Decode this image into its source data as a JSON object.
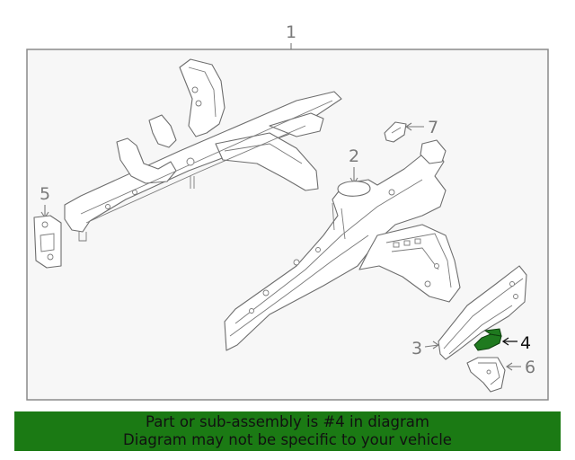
{
  "callouts": {
    "c1": "1",
    "c2": "2",
    "c3": "3",
    "c4": "4",
    "c5": "5",
    "c6": "6",
    "c7": "7"
  },
  "highlighted_part": "4",
  "colors": {
    "banner_bg": "#1b7a14",
    "highlight": "#1f7a1f",
    "callout_text": "#7a7a7a"
  },
  "banner": {
    "line1": "Part or sub-assembly is #4 in diagram",
    "line2": "Diagram may not be specific to your vehicle"
  }
}
